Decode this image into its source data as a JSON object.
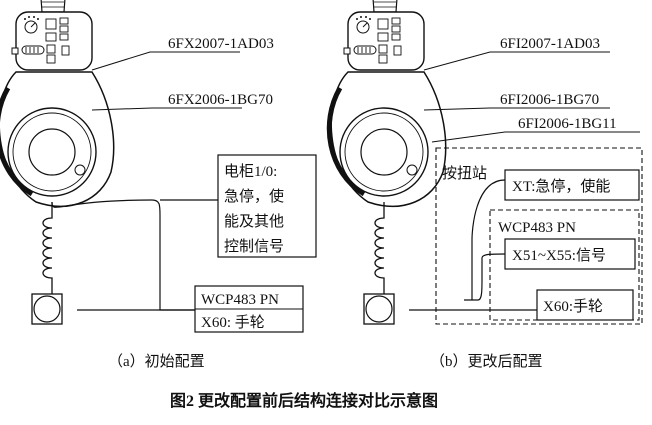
{
  "left": {
    "labels": [
      "6FX2007-1AD03",
      "6FX2006-1BG70"
    ],
    "box1": [
      "电柜1/0:",
      "急停，使",
      "能及其他",
      "控制信号"
    ],
    "box2": [
      "WCP483 PN",
      "X60: 手轮"
    ],
    "caption": "（a）初始配置"
  },
  "right": {
    "labels": [
      "6FI2007-1AD03",
      "6FI2006-1BG70",
      "6FI2006-1BG11"
    ],
    "station_label": "按扭站",
    "xt_text": "XT:急停，使能",
    "wcp_label": "WCP483  PN",
    "x51_text": "X51~X55:信号",
    "x60_text": "X60:手轮",
    "caption": "（b）更改后配置"
  },
  "figure_title": "图2    更改配置前后结构连接对比示意图",
  "colors": {
    "line": "#111111",
    "background": "#ffffff"
  }
}
